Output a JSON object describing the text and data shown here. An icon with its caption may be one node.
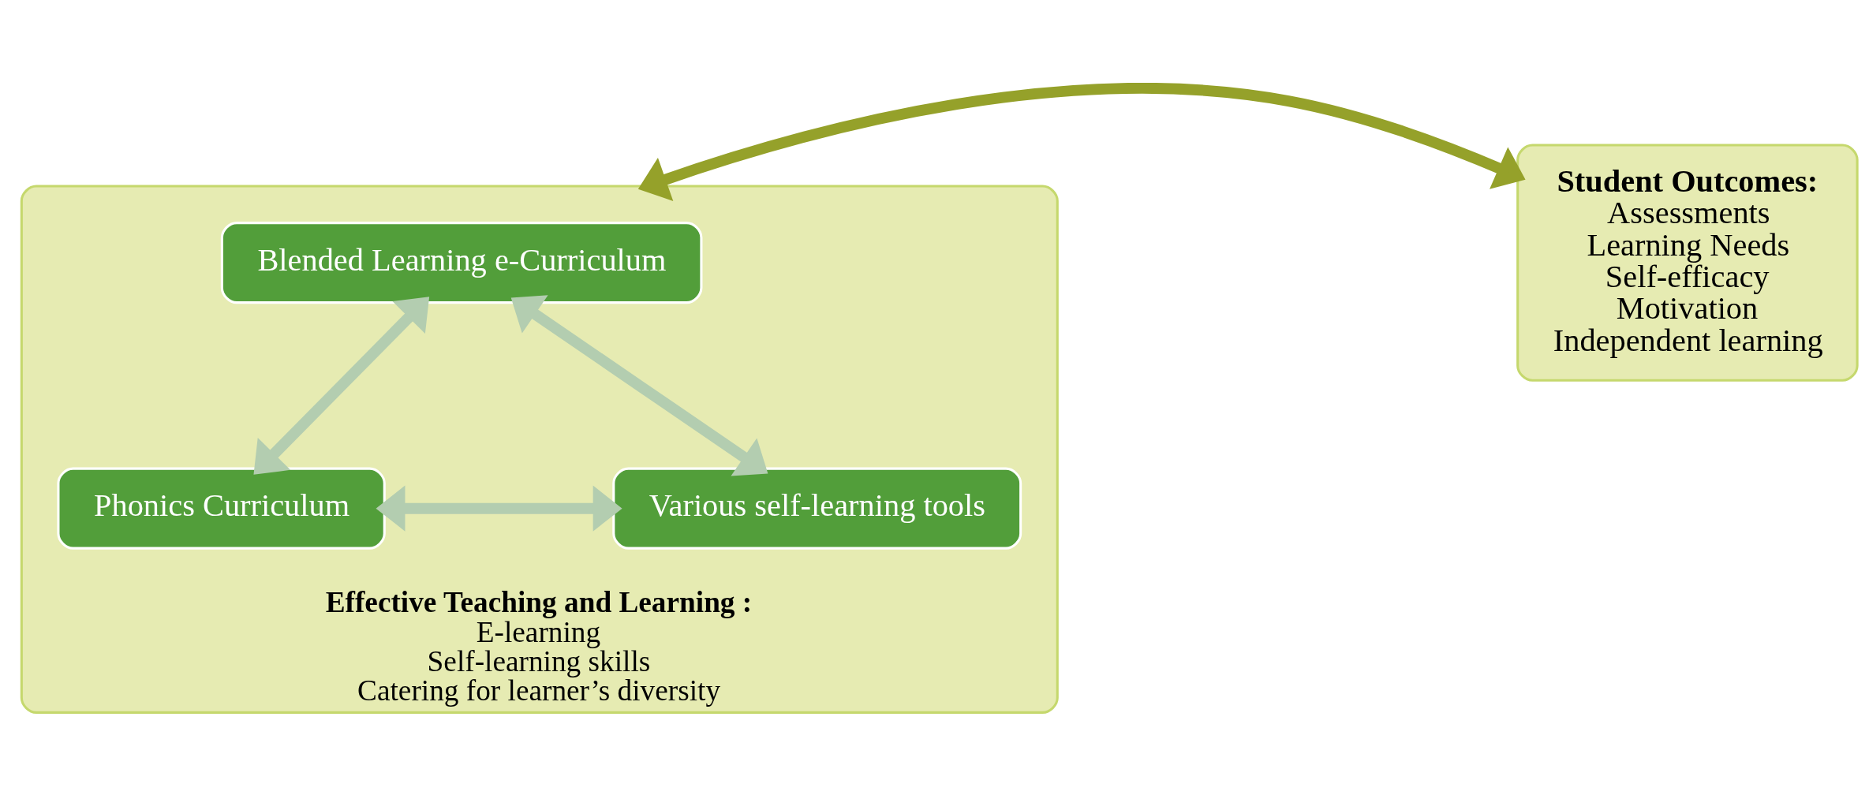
{
  "diagram": {
    "nodes": [
      {
        "text": [
          "Effective Teaching and Learning :",
          "E-learning",
          "Self-learning skills",
          "Catering for learner’s diversity"
        ]
      },
      {
        "text": [
          "Blended Learning e-Curriculum"
        ],
        "in": 0
      },
      {
        "text": [
          "Phonics Curriculum"
        ],
        "in": 0
      },
      {
        "text": [
          "Various self-learning tools"
        ],
        "in": 0
      },
      {
        "text": [
          "Student Outcomes:",
          "Assessments",
          "Learning Needs",
          "Self-efficacy",
          "Motivation",
          "Independent learning"
        ]
      }
    ],
    "edges": [
      {
        "from": 1,
        "to": 2,
        "arrow": "both"
      },
      {
        "from": 1,
        "to": 3,
        "arrow": "both"
      },
      {
        "from": 2,
        "to": 3,
        "arrow": "both"
      },
      {
        "from": 0,
        "to": 4,
        "arrow": "both",
        "color": "#95a12a"
      }
    ]
  }
}
